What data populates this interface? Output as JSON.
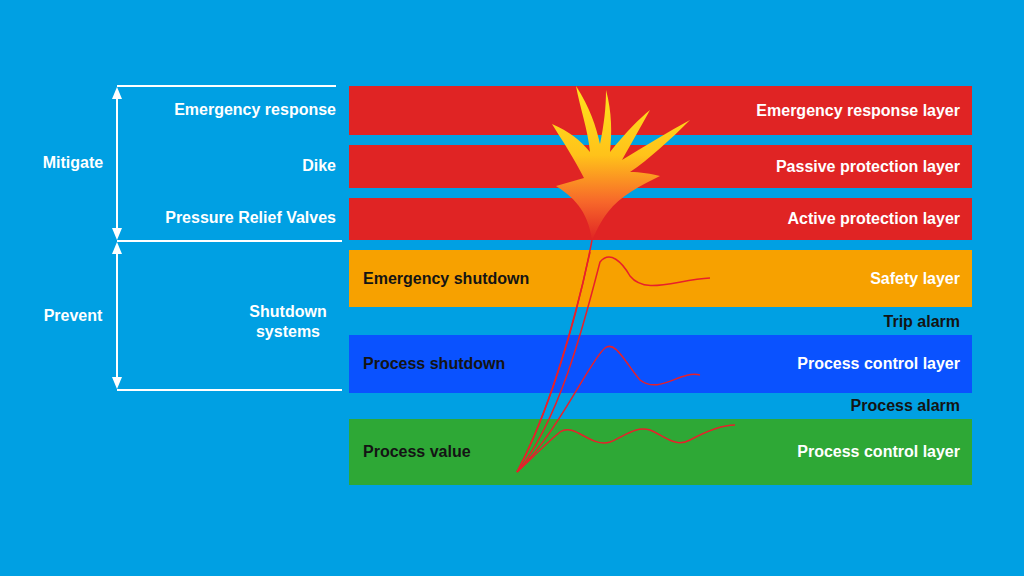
{
  "diagram": {
    "nodes": [
      {
        "text": [
          "Emergency response layer"
        ]
      },
      {
        "text": [
          "Passive protection layer"
        ]
      },
      {
        "text": [
          "Active protection layer"
        ]
      },
      {
        "text": [
          "Emergency shutdown",
          "Safety layer"
        ]
      },
      {
        "text": [
          "Process shutdown",
          "Process control layer"
        ]
      },
      {
        "text": [
          "Process value",
          "Process control layer"
        ]
      }
    ],
    "labels": [
      "Emergency response",
      "Dike",
      "Pressure Relief Valves",
      "Mitigate",
      "Prevent",
      "Shutdown systems",
      "Trip alarm",
      "Process alarm"
    ]
  }
}
